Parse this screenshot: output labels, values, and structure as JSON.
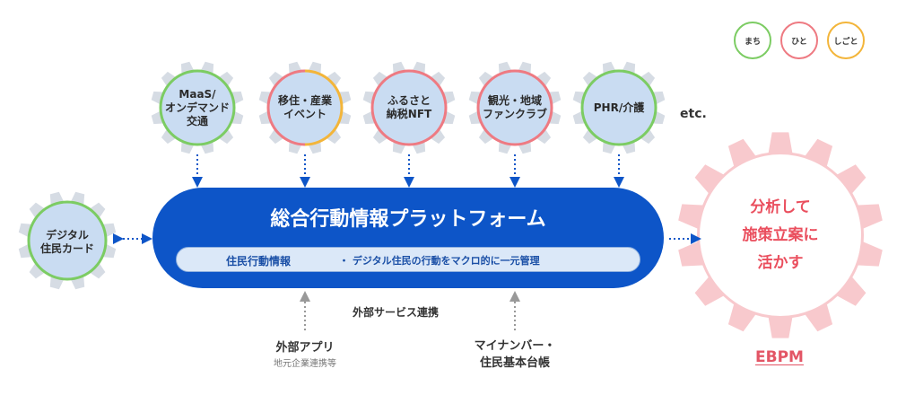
{
  "legend": [
    {
      "label": "まち",
      "color": "#7ccc63"
    },
    {
      "label": "ひと",
      "color": "#ee7a82"
    },
    {
      "label": "しごと",
      "color": "#f3b53a"
    }
  ],
  "top_gears": [
    {
      "label": "MaaS/\nオンデマンド\n交通",
      "ring": "green"
    },
    {
      "label": "移住・産業\nイベント",
      "ring": "red-orange"
    },
    {
      "label": "ふるさと\n納税NFT",
      "ring": "red"
    },
    {
      "label": "観光・地域\nファンクラブ",
      "ring": "red"
    },
    {
      "label": "PHR/介護",
      "ring": "green"
    }
  ],
  "etc_label": "etc.",
  "left_gear": {
    "label": "デジタル\n住民カード"
  },
  "platform": {
    "title": "総合行動情報プラットフォーム",
    "info_left": "住民行動情報",
    "info_right": "・ デジタル住民の行動をマクロ的に一元管理"
  },
  "middle_label": "外部サービス連携",
  "bottom_left": {
    "main": "外部アプリ",
    "sub": "地元企業連携等"
  },
  "bottom_right": {
    "main": "マイナンバー・\n住民基本台帳"
  },
  "big_gear": {
    "text": "分析して\n施策立案に\n活かす",
    "caption": "EBPM"
  },
  "colors": {
    "gear_fill": "#c9dcf2",
    "gear_teeth": "#d6dce4",
    "platform_blue": "#0d55c8",
    "green": "#7ccc63",
    "red": "#ee7a82",
    "orange": "#f3b53a",
    "pink_gear": "#f8c9cd",
    "pink_gear_text": "#ea4f5e"
  }
}
